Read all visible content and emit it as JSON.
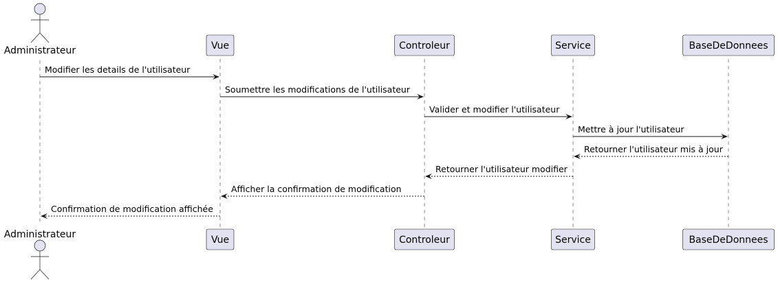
{
  "participants": [
    {
      "id": "admin",
      "label": "Administrateur",
      "kind": "actor"
    },
    {
      "id": "vue",
      "label": "Vue",
      "kind": "participant"
    },
    {
      "id": "ctrl",
      "label": "Controleur",
      "kind": "participant"
    },
    {
      "id": "svc",
      "label": "Service",
      "kind": "participant"
    },
    {
      "id": "db",
      "label": "BaseDeDonnees",
      "kind": "participant"
    }
  ],
  "messages": [
    {
      "from": "admin",
      "to": "vue",
      "label": "Modifier les details de l'utilisateur",
      "style": "solid"
    },
    {
      "from": "vue",
      "to": "ctrl",
      "label": "Soumettre les modifications de l'utilisateur",
      "style": "solid"
    },
    {
      "from": "ctrl",
      "to": "svc",
      "label": "Valider et modifier l'utilisateur",
      "style": "solid"
    },
    {
      "from": "svc",
      "to": "db",
      "label": "Mettre à jour l'utilisateur",
      "style": "solid"
    },
    {
      "from": "db",
      "to": "svc",
      "label": "Retourner l'utilisateur mis à jour",
      "style": "dashed"
    },
    {
      "from": "svc",
      "to": "ctrl",
      "label": "Retourner l'utilisateur modifier",
      "style": "dashed"
    },
    {
      "from": "ctrl",
      "to": "vue",
      "label": "Afficher la confirmation de modification",
      "style": "dashed"
    },
    {
      "from": "vue",
      "to": "admin",
      "label": "Confirmation de modification affichée",
      "style": "dashed"
    }
  ],
  "colors": {
    "participant_fill": "#e2e2f0",
    "stroke": "#181818",
    "lifeline": "#8f8f8f"
  }
}
